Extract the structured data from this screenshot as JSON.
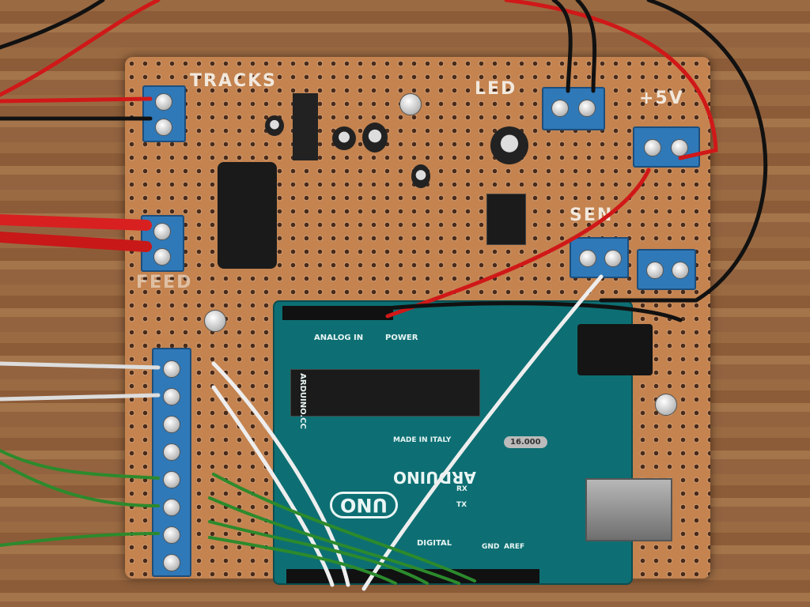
{
  "photo": {
    "board_labels": {
      "tracks": "TRACKS",
      "led": "LED",
      "plus5v": "+5V",
      "sen": "SEN",
      "feed": "FEED"
    },
    "arduino_labels": {
      "uno": "UNO",
      "brand": "ARDUINO",
      "made_in": "MADE IN ITALY",
      "website": "ARDUINO.CC",
      "crystal": "16.000",
      "power": "POWER",
      "analog_in": "ANALOG IN",
      "digital": "DIGITAL",
      "tx": "TX",
      "rx": "RX",
      "gnd": "GND",
      "aref": "AREF"
    },
    "colors": {
      "stripboard": "#c4834f",
      "arduino_pcb": "#0d6f73",
      "terminal_blocks": "#2f79b8",
      "wood": "#9a6a42"
    }
  }
}
